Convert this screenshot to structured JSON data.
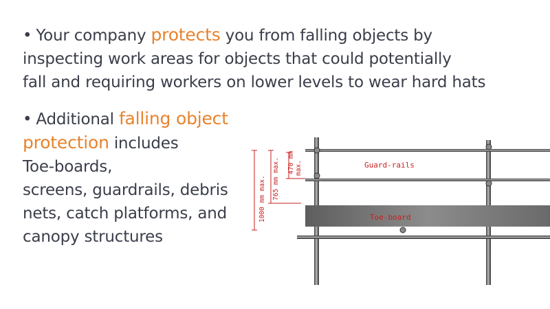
{
  "paragraph1": {
    "bullet": "•",
    "line1_before": "Your company ",
    "line1_highlight": "protects",
    "line1_after": " you from falling objects by",
    "line2": "inspecting work areas for objects that could potentially",
    "line3": "fall and requiring workers on lower levels to wear hard hats"
  },
  "paragraph2": {
    "bullet": "•",
    "line1_before": "Additional ",
    "line1_highlight": "falling object",
    "line2_highlight": "protection",
    "line2_after": " includes",
    "line3": "Toe-boards,",
    "line4": "screens, guardrails, debris",
    "line5": "nets, catch platforms, and",
    "line6": "canopy structures"
  },
  "diagram": {
    "label_guardrails": "Guard-rails",
    "label_toeboard": "Toe-board",
    "dim_1000": "1000 mm max.",
    "dim_765": "765 mm max.",
    "dim_470a": "470 mm",
    "dim_470b": "max."
  },
  "colors": {
    "text": "#3a3e4a",
    "highlight": "#e8832d",
    "dimension": "#c81e1e"
  }
}
